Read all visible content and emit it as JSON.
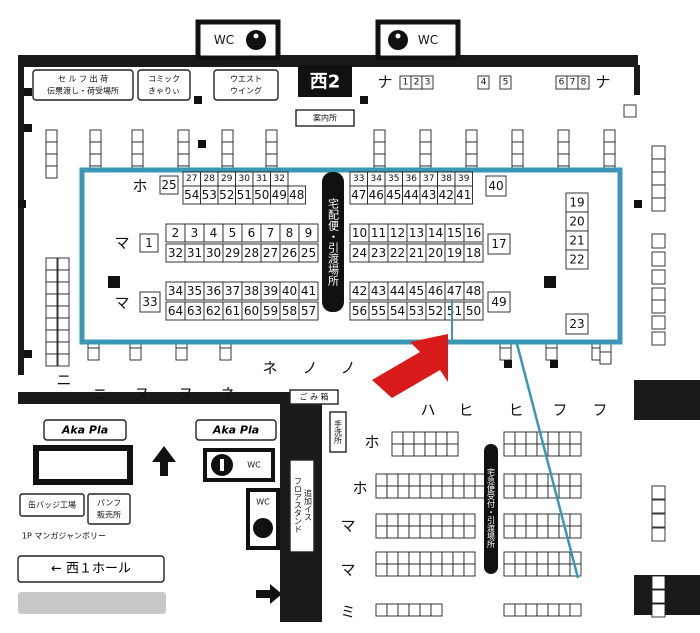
{
  "header": {
    "hall_name": "西2",
    "wc_label": "WC",
    "info_desk": "案内所",
    "self_delivery_line1": "セ ル フ 出 荷",
    "self_delivery_line2": "伝票渡し・荷受場所",
    "comic_line1": "コミック",
    "comic_line2": "きゃりぃ",
    "west_wing_line1": "ウエスト",
    "west_wing_line2": "ウイング",
    "top_row_kana": "ナ",
    "top_row_numbers_left": [
      "1",
      "2",
      "3"
    ],
    "top_row_numbers_mid": [
      "4",
      "5"
    ],
    "top_row_numbers_right": [
      "6",
      "7",
      "8"
    ]
  },
  "zoom": {
    "row_labels": [
      "ホ",
      "マ",
      "マ"
    ],
    "delivery_label": "宅配便・引渡場所",
    "row1_left_cap": "25",
    "row1_left_nums": [
      "54",
      "53",
      "52",
      "51",
      "50",
      "49",
      "48"
    ],
    "row1_right_nums": [
      "47",
      "46",
      "45",
      "44",
      "43",
      "42",
      "41"
    ],
    "row1_right_cap": "40",
    "row1_top_left": [
      "27",
      "28",
      "29",
      "30",
      "31",
      "32"
    ],
    "row1_top_right": [
      "33",
      "34",
      "35",
      "36",
      "37",
      "38",
      "39"
    ],
    "row2_left_cap": "1",
    "row2_top_left": [
      "2",
      "3",
      "4",
      "5",
      "6",
      "7",
      "8",
      "9"
    ],
    "row2_bot_left": [
      "32",
      "31",
      "30",
      "29",
      "28",
      "27",
      "26",
      "25"
    ],
    "row2_top_right": [
      "10",
      "11",
      "12",
      "13",
      "14",
      "15",
      "16"
    ],
    "row2_bot_right": [
      "24",
      "23",
      "22",
      "21",
      "20",
      "19",
      "18"
    ],
    "row2_right_cap": "17",
    "row3_left_cap": "33",
    "row3_top_left": [
      "34",
      "35",
      "36",
      "37",
      "38",
      "39",
      "40",
      "41"
    ],
    "row3_bot_left": [
      "64",
      "63",
      "62",
      "61",
      "60",
      "59",
      "58",
      "57"
    ],
    "row3_top_right": [
      "42",
      "43",
      "44",
      "45",
      "46",
      "47",
      "48"
    ],
    "row3_bot_right": [
      "56",
      "55",
      "54",
      "53",
      "52",
      "51",
      "50"
    ],
    "row3_right_cap": "49",
    "right_col": [
      "19",
      "20",
      "21",
      "22"
    ],
    "right_bottom": "23",
    "highlight_booth": "51"
  },
  "left_side": {
    "kana_labels": [
      "ニ",
      "ニ",
      "ヌ",
      "ヌ",
      "ネ"
    ],
    "aka_pla_1": "Aka Pla",
    "aka_pla_2": "Aka Pla",
    "badge_factory": "缶バッジ工場",
    "pamphlet_line1": "パンフ",
    "pamphlet_line2": "販売所",
    "manga_jamboree": "1P マンガジャンボリー",
    "west1_hall": "← 西１ホール"
  },
  "mid_side": {
    "kana_labels": [
      "ネ",
      "ノ",
      "ノ",
      "ハ",
      "ヒ",
      "ヒ",
      "フ",
      "フ"
    ],
    "gomibako": "ご み 箱",
    "handwash": "手洗所",
    "floor_stand": "フロアスタンド",
    "add_chairs": "追加イス"
  },
  "lower_block": {
    "row_labels": [
      "ホ",
      "ホ",
      "マ",
      "マ",
      "ミ"
    ],
    "delivery_label": "宅急便受付・引渡場所",
    "highlight_booth": "51"
  },
  "colors": {
    "highlight_frame": "#3a97b6",
    "arrow": "#d81a1a",
    "highlight_fill": "#a8dbef"
  }
}
